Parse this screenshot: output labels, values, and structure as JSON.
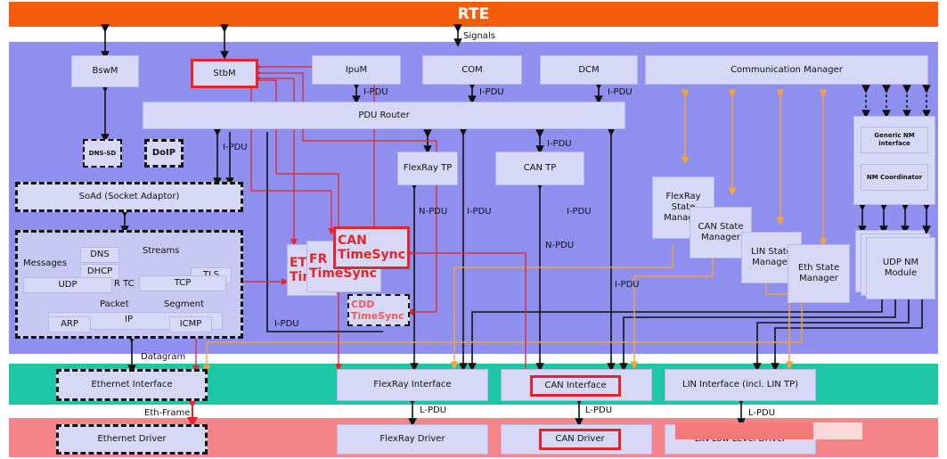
{
  "top": {
    "rte": "RTE",
    "signals": "Signals"
  },
  "modules": {
    "bswm": "BswM",
    "stbm": "StbM",
    "ipum": "IpuM",
    "com": "COM",
    "dcm": "DCM",
    "comm": "Communication Manager",
    "pdur": "PDU Router",
    "dnssd": "DNS-SD",
    "doip": "DoIP",
    "soad": "SoAd (Socket Adaptor)",
    "flexray_tp": "FlexRay TP",
    "can_tp": "CAN TP",
    "generic_nm": "Generic NM interface",
    "nm_coord": "NM Coordinator",
    "fr_state": "FlexRay State Manager",
    "can_state": "CAN State Manager",
    "lin_state": "LIN State Manager",
    "eth_state": "Eth State Manager",
    "udp_nm": "UDP NM Module",
    "eth_ts": "ETH TimeSync",
    "fr_ts": "FR TimeSync",
    "can_ts": "CAN TimeSync",
    "cdd_ts": "CDD TimeSync"
  },
  "tcpip": {
    "messages": "Messages",
    "dns": "DNS",
    "dhcp": "DHCP",
    "streams": "Streams",
    "tls": "TLS",
    "udp": "UDP",
    "tcp": "TCP",
    "rtc": "R TC",
    "packet": "Packet",
    "segment": "Segment",
    "ip": "IP",
    "arp": "ARP",
    "icmp": "ICMP"
  },
  "interfaces": {
    "eth_if": "Ethernet Interface",
    "fr_if": "FlexRay Interface",
    "can_if": "CAN Interface",
    "lin_if": "LIN Interface (incl. LIN TP)"
  },
  "drivers": {
    "eth_drv": "Ethernet Driver",
    "fr_drv": "FlexRay Driver",
    "can_drv": "CAN Driver",
    "lin_drv": "LIN Low Level Driver"
  },
  "labels": {
    "ipdu": "I-PDU",
    "npdu": "N-PDU",
    "lpdu": "L-PDU",
    "datagram": "Datagram",
    "ethframe": "Eth-Frame"
  },
  "colors": {
    "rte": "#f25c0a",
    "bsw": "#8f8fef",
    "interface_band": "#1ec7a3",
    "driver_band": "#f6858a",
    "highlight": "#e3252b",
    "orange_link": "#f5a33b"
  }
}
